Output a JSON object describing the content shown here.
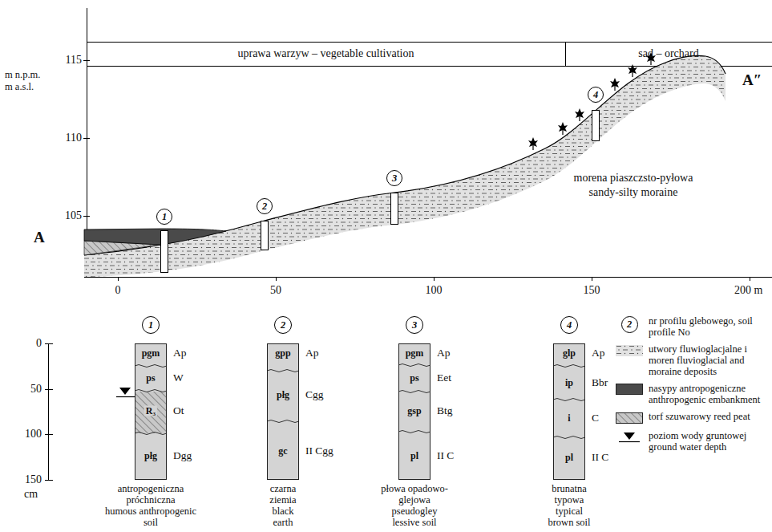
{
  "diagram": {
    "nodes": [
      {
        "text": [
          "uprawa warzyw – vegetable cultivation"
        ]
      },
      {
        "text": [
          "sad – orchard"
        ]
      },
      {
        "text": [
          "1"
        ]
      },
      {
        "text": [
          "2"
        ]
      },
      {
        "text": [
          "3"
        ]
      },
      {
        "text": [
          "4"
        ]
      },
      {
        "text": [
          "1"
        ]
      },
      {
        "text": [
          "2"
        ]
      },
      {
        "text": [
          "3"
        ]
      },
      {
        "text": [
          "4"
        ]
      },
      {
        "text": [
          "pgm",
          "ps",
          "R₃",
          "płg"
        ]
      },
      {
        "text": [
          "gpp",
          "płg",
          "gc"
        ]
      },
      {
        "text": [
          "pgm",
          "ps",
          "gsp",
          "pl"
        ]
      },
      {
        "text": [
          "glp",
          "ip",
          "i",
          "pl"
        ]
      },
      {
        "text": [
          "2"
        ]
      }
    ],
    "labels": [
      "115",
      "110",
      "105",
      "m n.p.m.",
      "m a.s.l.",
      "A",
      "A″",
      "0",
      "50",
      "100",
      "150",
      "200 m",
      "morena piaszczsto-pyłowa",
      "sandy-silty moraine",
      "0",
      "50",
      "100",
      "150",
      "cm",
      "Ap",
      "W",
      "Ot",
      "Dgg",
      "Ap",
      "Cgg",
      "II Cgg",
      "Ap",
      "Eet",
      "Btg",
      "II C",
      "Ap",
      "Bbr",
      "C",
      "II C",
      "antropogeniczna próchniczna",
      "humous anthropogenic soil",
      "czarna ziemia",
      "black earth",
      "płowa opadowo-glejowa",
      "pseudogley lessive soil",
      "brunatna typowa",
      "typical brown soil"
    ],
    "legend": [
      {
        "text": "nr profilu glebowego, soil profile No"
      },
      {
        "text": "utwory fluwioglacjalne i moren fluvioglacial and moraine deposits"
      },
      {
        "text": "nasypy antropogeniczne anthropogenic embankment",
        "color": "#4a4a4a"
      },
      {
        "text": "torf szuwarowy reed peat"
      },
      {
        "text": "poziom wody gruntowej ground water depth"
      }
    ]
  }
}
